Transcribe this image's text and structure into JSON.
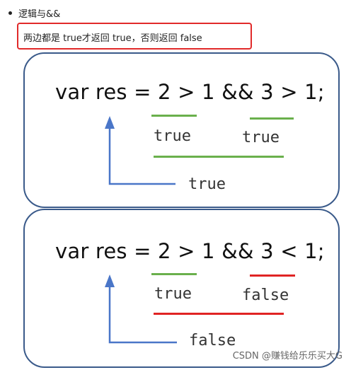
{
  "header": {
    "bullet": "逻辑与&&",
    "note": "两边都是 true才返回 true，否则返回 false"
  },
  "example1": {
    "expression": "var res = 2 > 1 && 3 > 1;",
    "left_result": "true",
    "right_result": "true",
    "final_result": "true",
    "left_color": "#6ab04c",
    "right_color": "#6ab04c",
    "bottom_color": "#6ab04c"
  },
  "example2": {
    "expression": "var res = 2 > 1 && 3 < 1;",
    "left_result": "true",
    "right_result": "false",
    "final_result": "false",
    "left_color": "#6ab04c",
    "right_color": "#e02424",
    "bottom_color": "#e02424"
  },
  "watermark": "CSDN @赚钱给乐乐买大G",
  "colors": {
    "panel_border": "#3a5a8a",
    "highlight_border": "#e12a2a",
    "arrow": "#4a76c8"
  }
}
